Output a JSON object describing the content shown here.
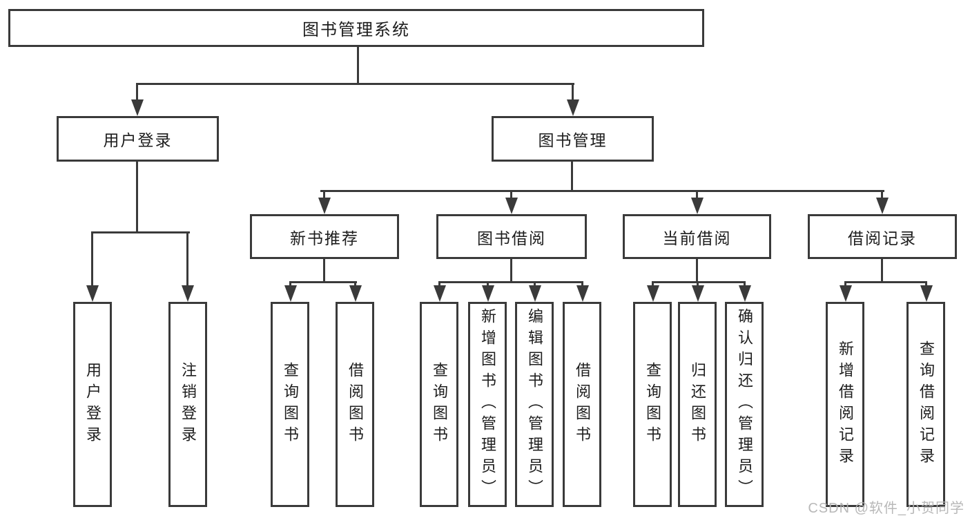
{
  "tree": {
    "root": {
      "label": "图书管理系统"
    },
    "branches": [
      {
        "label": "用户登录",
        "children": [
          "用户登录",
          "注销登录"
        ]
      },
      {
        "label": "图书管理",
        "children": [
          {
            "label": "新书推荐",
            "children": [
              "查询图书",
              "借阅图书"
            ]
          },
          {
            "label": "图书借阅",
            "children": [
              "查询图书",
              "新增图书（管理员）",
              "编辑图书（管理员）",
              "借阅图书"
            ]
          },
          {
            "label": "当前借阅",
            "children": [
              "查询图书",
              "归还图书",
              "确认归还（管理员）"
            ]
          },
          {
            "label": "借阅记录",
            "children": [
              "新增借阅记录",
              "查询借阅记录"
            ]
          }
        ]
      }
    ]
  },
  "watermark": "CSDN @软件_小贺同学",
  "colors": {
    "background": "#ffffff",
    "line": "#3a3a3a",
    "text": "#1d1d1d",
    "watermark": "#b5b5b5"
  }
}
